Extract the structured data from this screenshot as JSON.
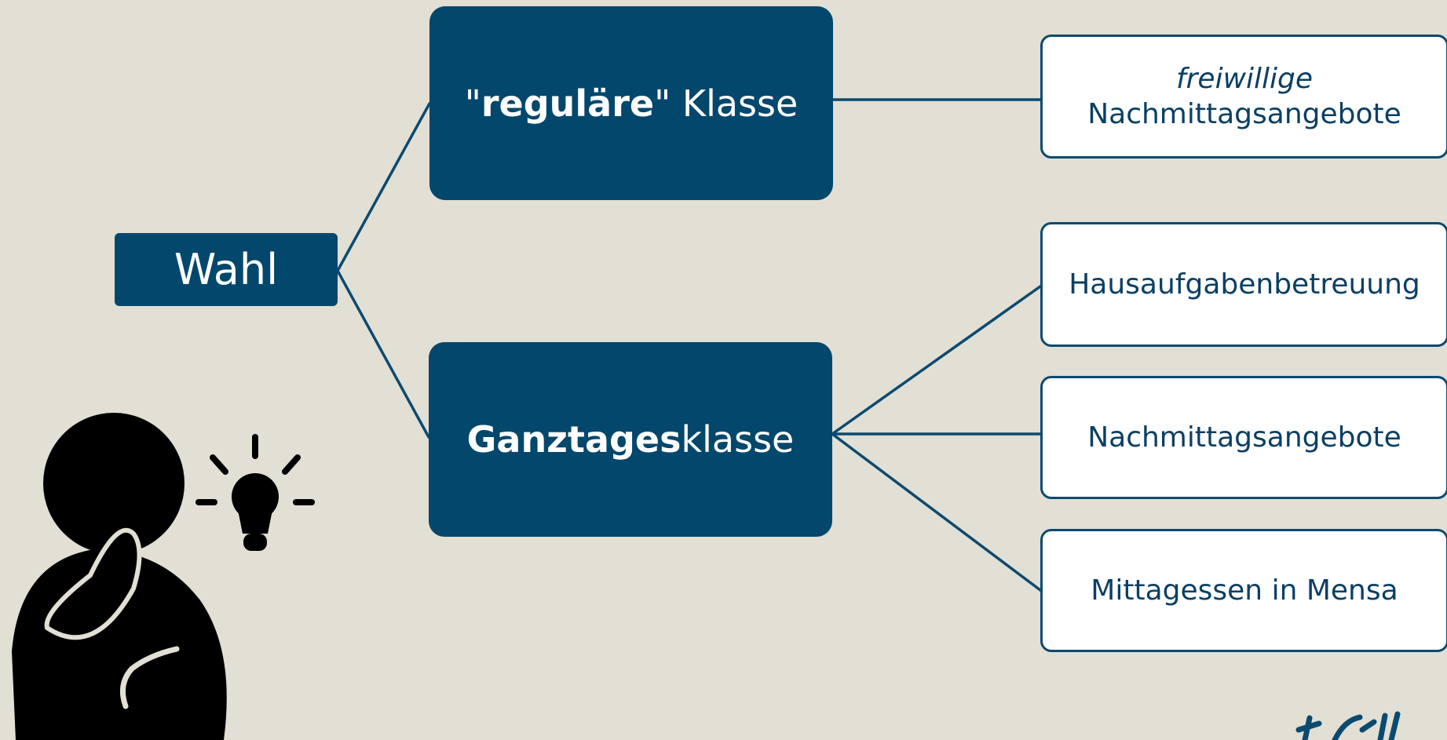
{
  "diagram": {
    "root": {
      "label": "Wahl"
    },
    "regular_class": {
      "quote_open": "\"",
      "bold": "reguläre",
      "quote_close": "\"",
      "rest": " Klasse"
    },
    "fullday_class": {
      "bold": "Ganztages",
      "rest": "klasse"
    },
    "regular_offers": {
      "italic_line": "freiwillige",
      "line2": "Nachmittagsangebote"
    },
    "fullday_offers": [
      {
        "label": "Hausaufgabenbetreuung"
      },
      {
        "label": "Nachmittagsangebote"
      },
      {
        "label": "Mittagessen in Mensa"
      }
    ]
  },
  "icons": {
    "person": "thinking-person-icon",
    "bulb": "lightbulb-icon",
    "logo": "corner-logo-icon"
  },
  "colors": {
    "background": "#e2dfd4",
    "node_dark": "#04476c",
    "node_light": "#ffffff",
    "line": "#0b4a70",
    "text_dark": "#0b3f63"
  }
}
